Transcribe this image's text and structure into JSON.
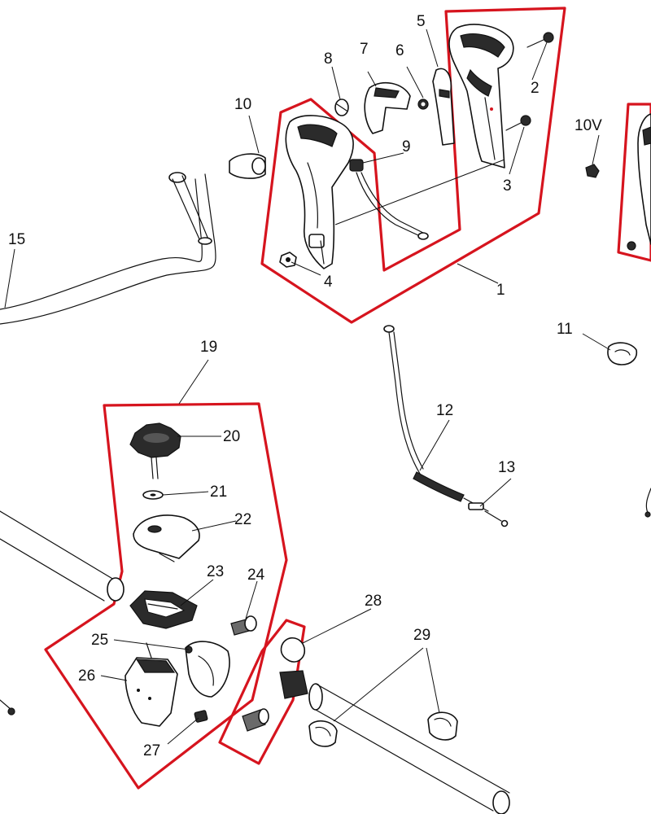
{
  "colors": {
    "group_outline": "#d6141e",
    "ink": "#111111",
    "fill_dark": "#2b2b2b"
  },
  "callouts": {
    "c1": "1",
    "c2": "2",
    "c3": "3",
    "c4": "4",
    "c5": "5",
    "c6": "6",
    "c7": "7",
    "c8": "8",
    "c9": "9",
    "c10": "10",
    "c10v": "10V",
    "c11": "11",
    "c12": "12",
    "c13": "13",
    "c15": "15",
    "c19": "19",
    "c20": "20",
    "c21": "21",
    "c22": "22",
    "c23": "23",
    "c24": "24",
    "c25": "25",
    "c26": "26",
    "c27": "27",
    "c28": "28",
    "c29": "29"
  }
}
